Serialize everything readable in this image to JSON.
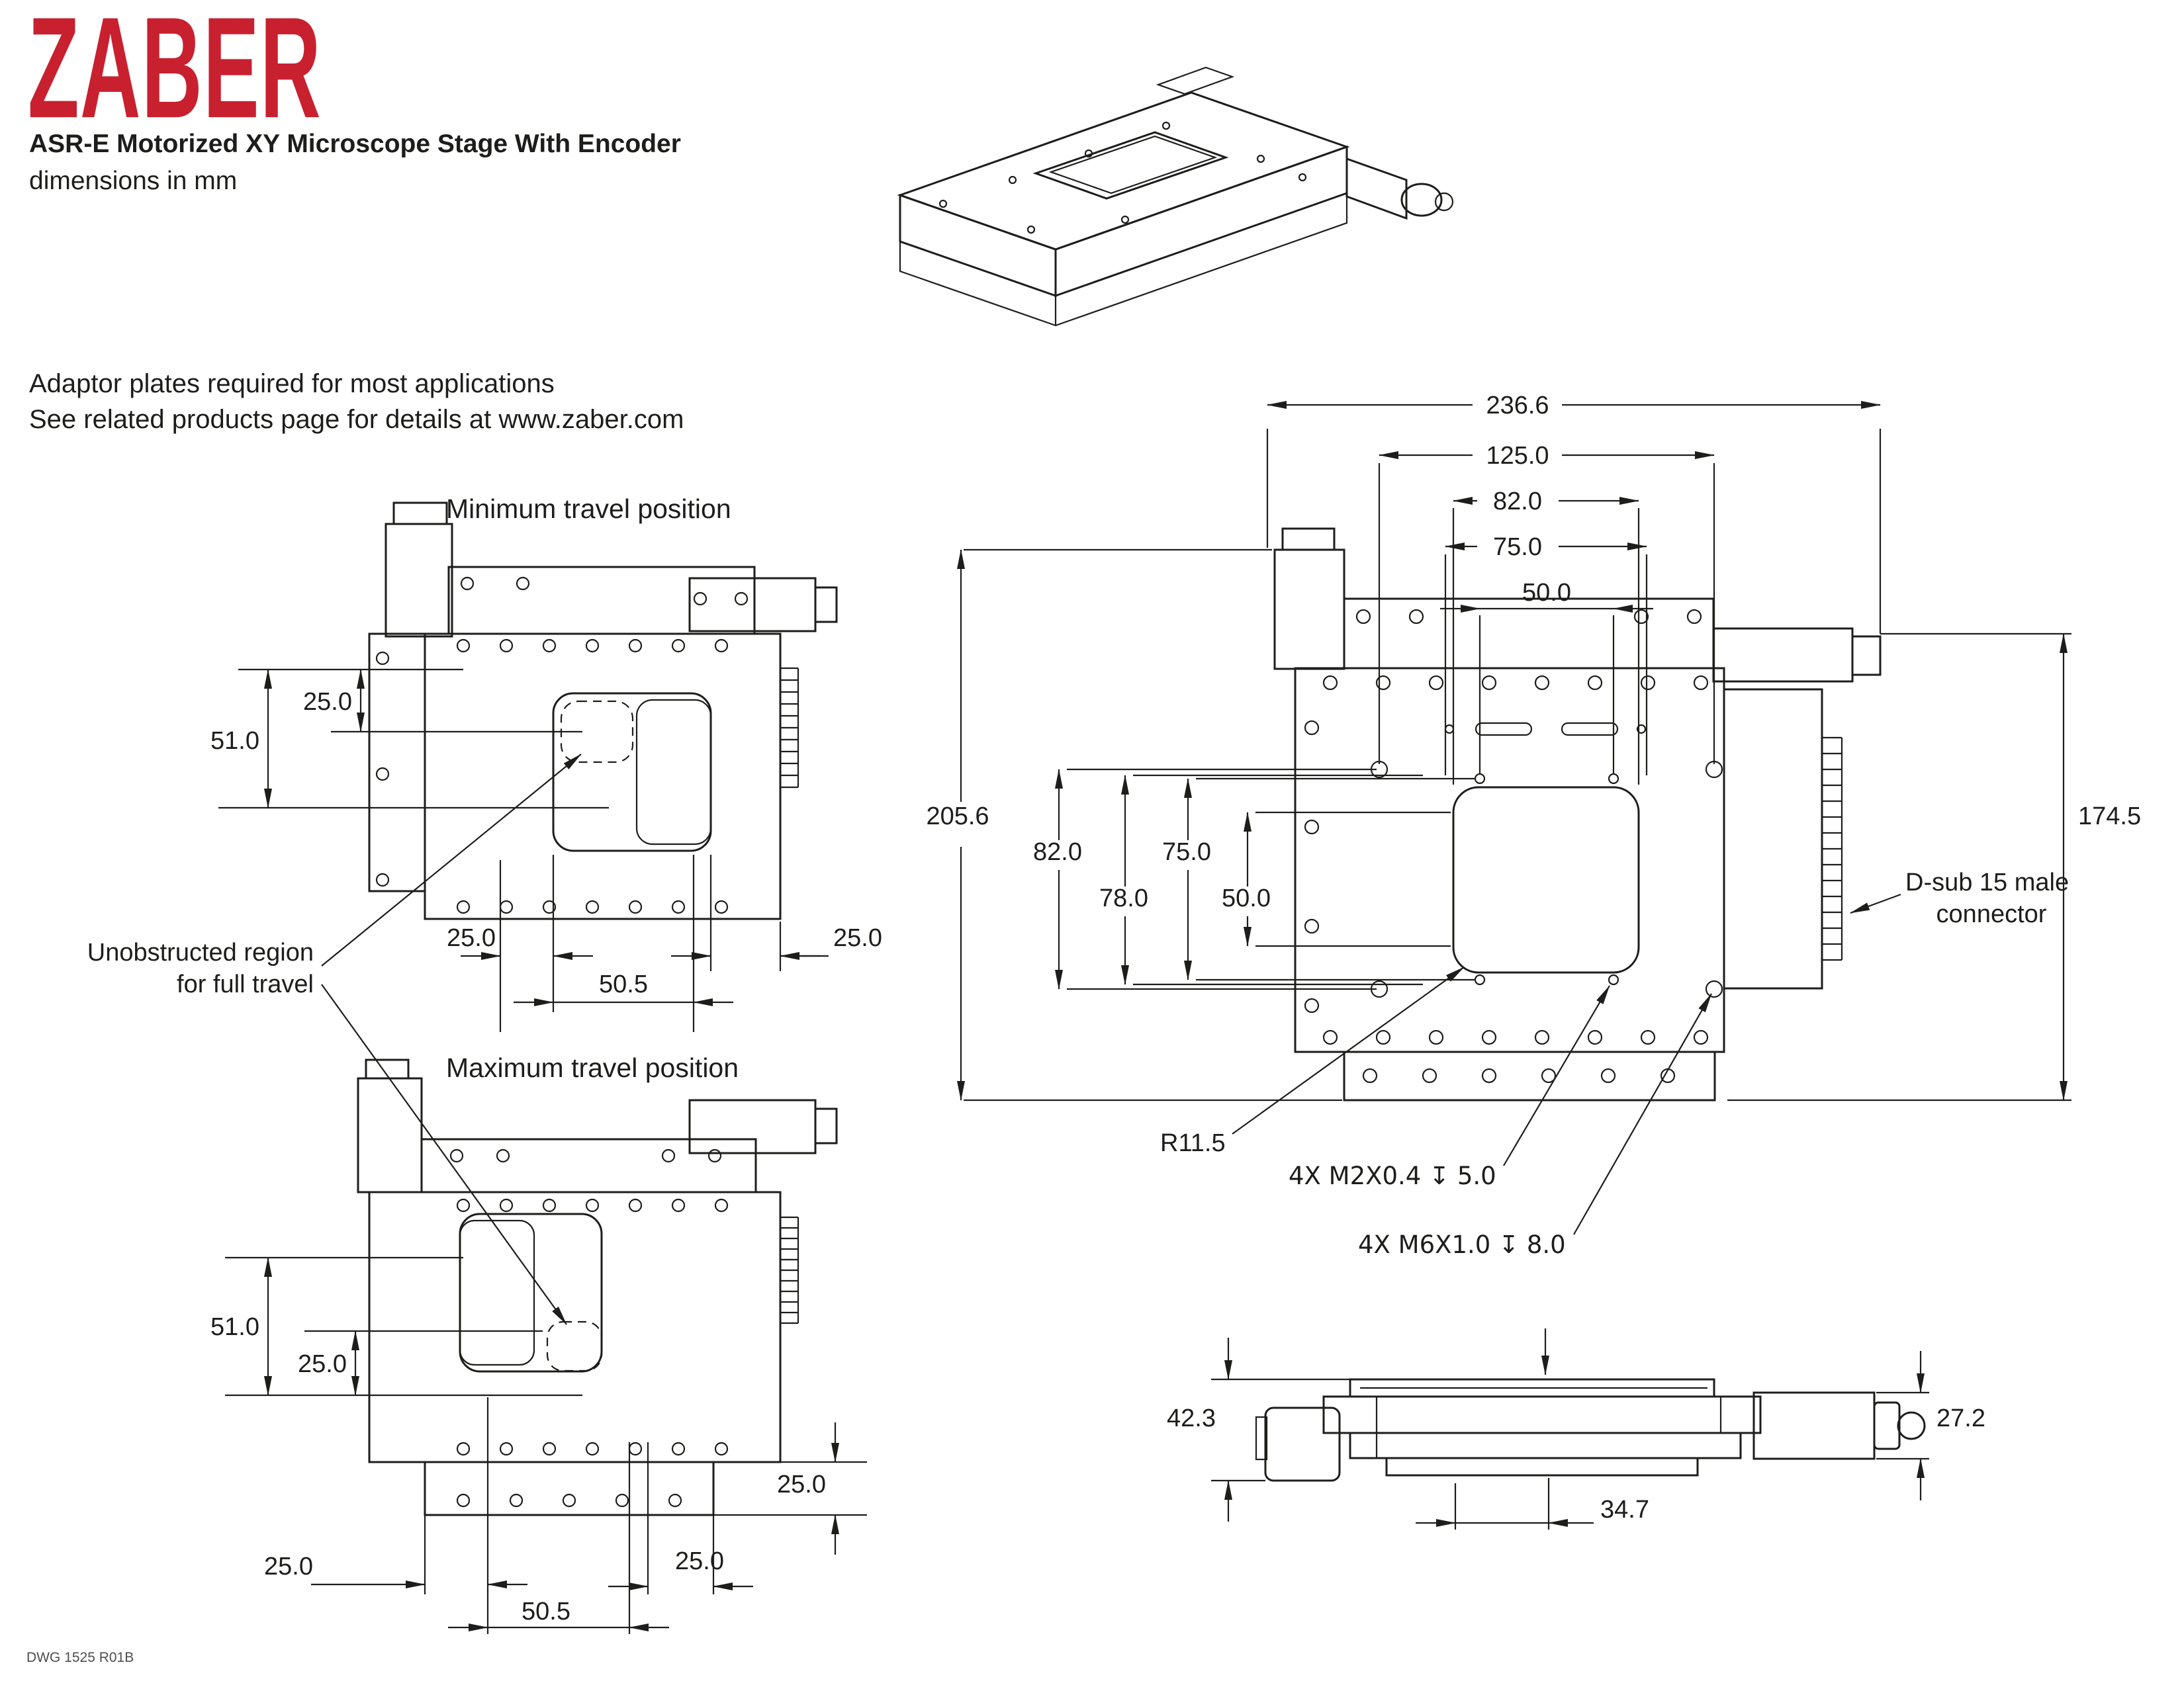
{
  "header": {
    "logo": "ZABER",
    "title": "ASR-E Motorized XY Microscope Stage With Encoder",
    "subtitle": "dimensions in mm"
  },
  "notes": {
    "line1": "Adaptor plates required for most applications",
    "line2": "See related products page for details at www.zaber.com"
  },
  "views": {
    "min": {
      "title": "Minimum travel position",
      "dim_offset_top": "25.0",
      "dim_offset_center": "51.0",
      "dim_bottom_left": "25.0",
      "dim_bottom_right": "25.0",
      "dim_aperture_width": "50.5"
    },
    "max": {
      "title": "Maximum travel position",
      "dim_offset_center": "51.0",
      "dim_offset_top": "25.0",
      "dim_plate_right": "25.0",
      "dim_bottom_left": "25.0",
      "dim_bottom_right": "25.0",
      "dim_aperture_width": "50.5"
    },
    "top": {
      "dim_total_width": "236.6",
      "dim_mount_width": "125.0",
      "dim_aperture_width": "82.0",
      "dim_width_75": "75.0",
      "dim_width_50": "50.0",
      "dim_total_height": "205.6",
      "dim_aperture_height": "82.0",
      "dim_height_78": "78.0",
      "dim_height_75": "75.0",
      "dim_height_50": "50.0",
      "dim_right_height": "174.5"
    },
    "side": {
      "dim_height_left": "42.3",
      "dim_height_right": "27.2",
      "dim_offset_bottom": "34.7"
    }
  },
  "callouts": {
    "unobstructed_line1": "Unobstructed region",
    "unobstructed_line2": "for full travel",
    "radius": "R11.5",
    "m2": "4X M2X0.4 ↧ 5.0",
    "m6": "4X M6X1.0 ↧ 8.0",
    "dsub_line1": "D-sub 15 male",
    "dsub_line2": "connector"
  },
  "footer": {
    "dwg_number": "DWG 1525 R01B"
  }
}
